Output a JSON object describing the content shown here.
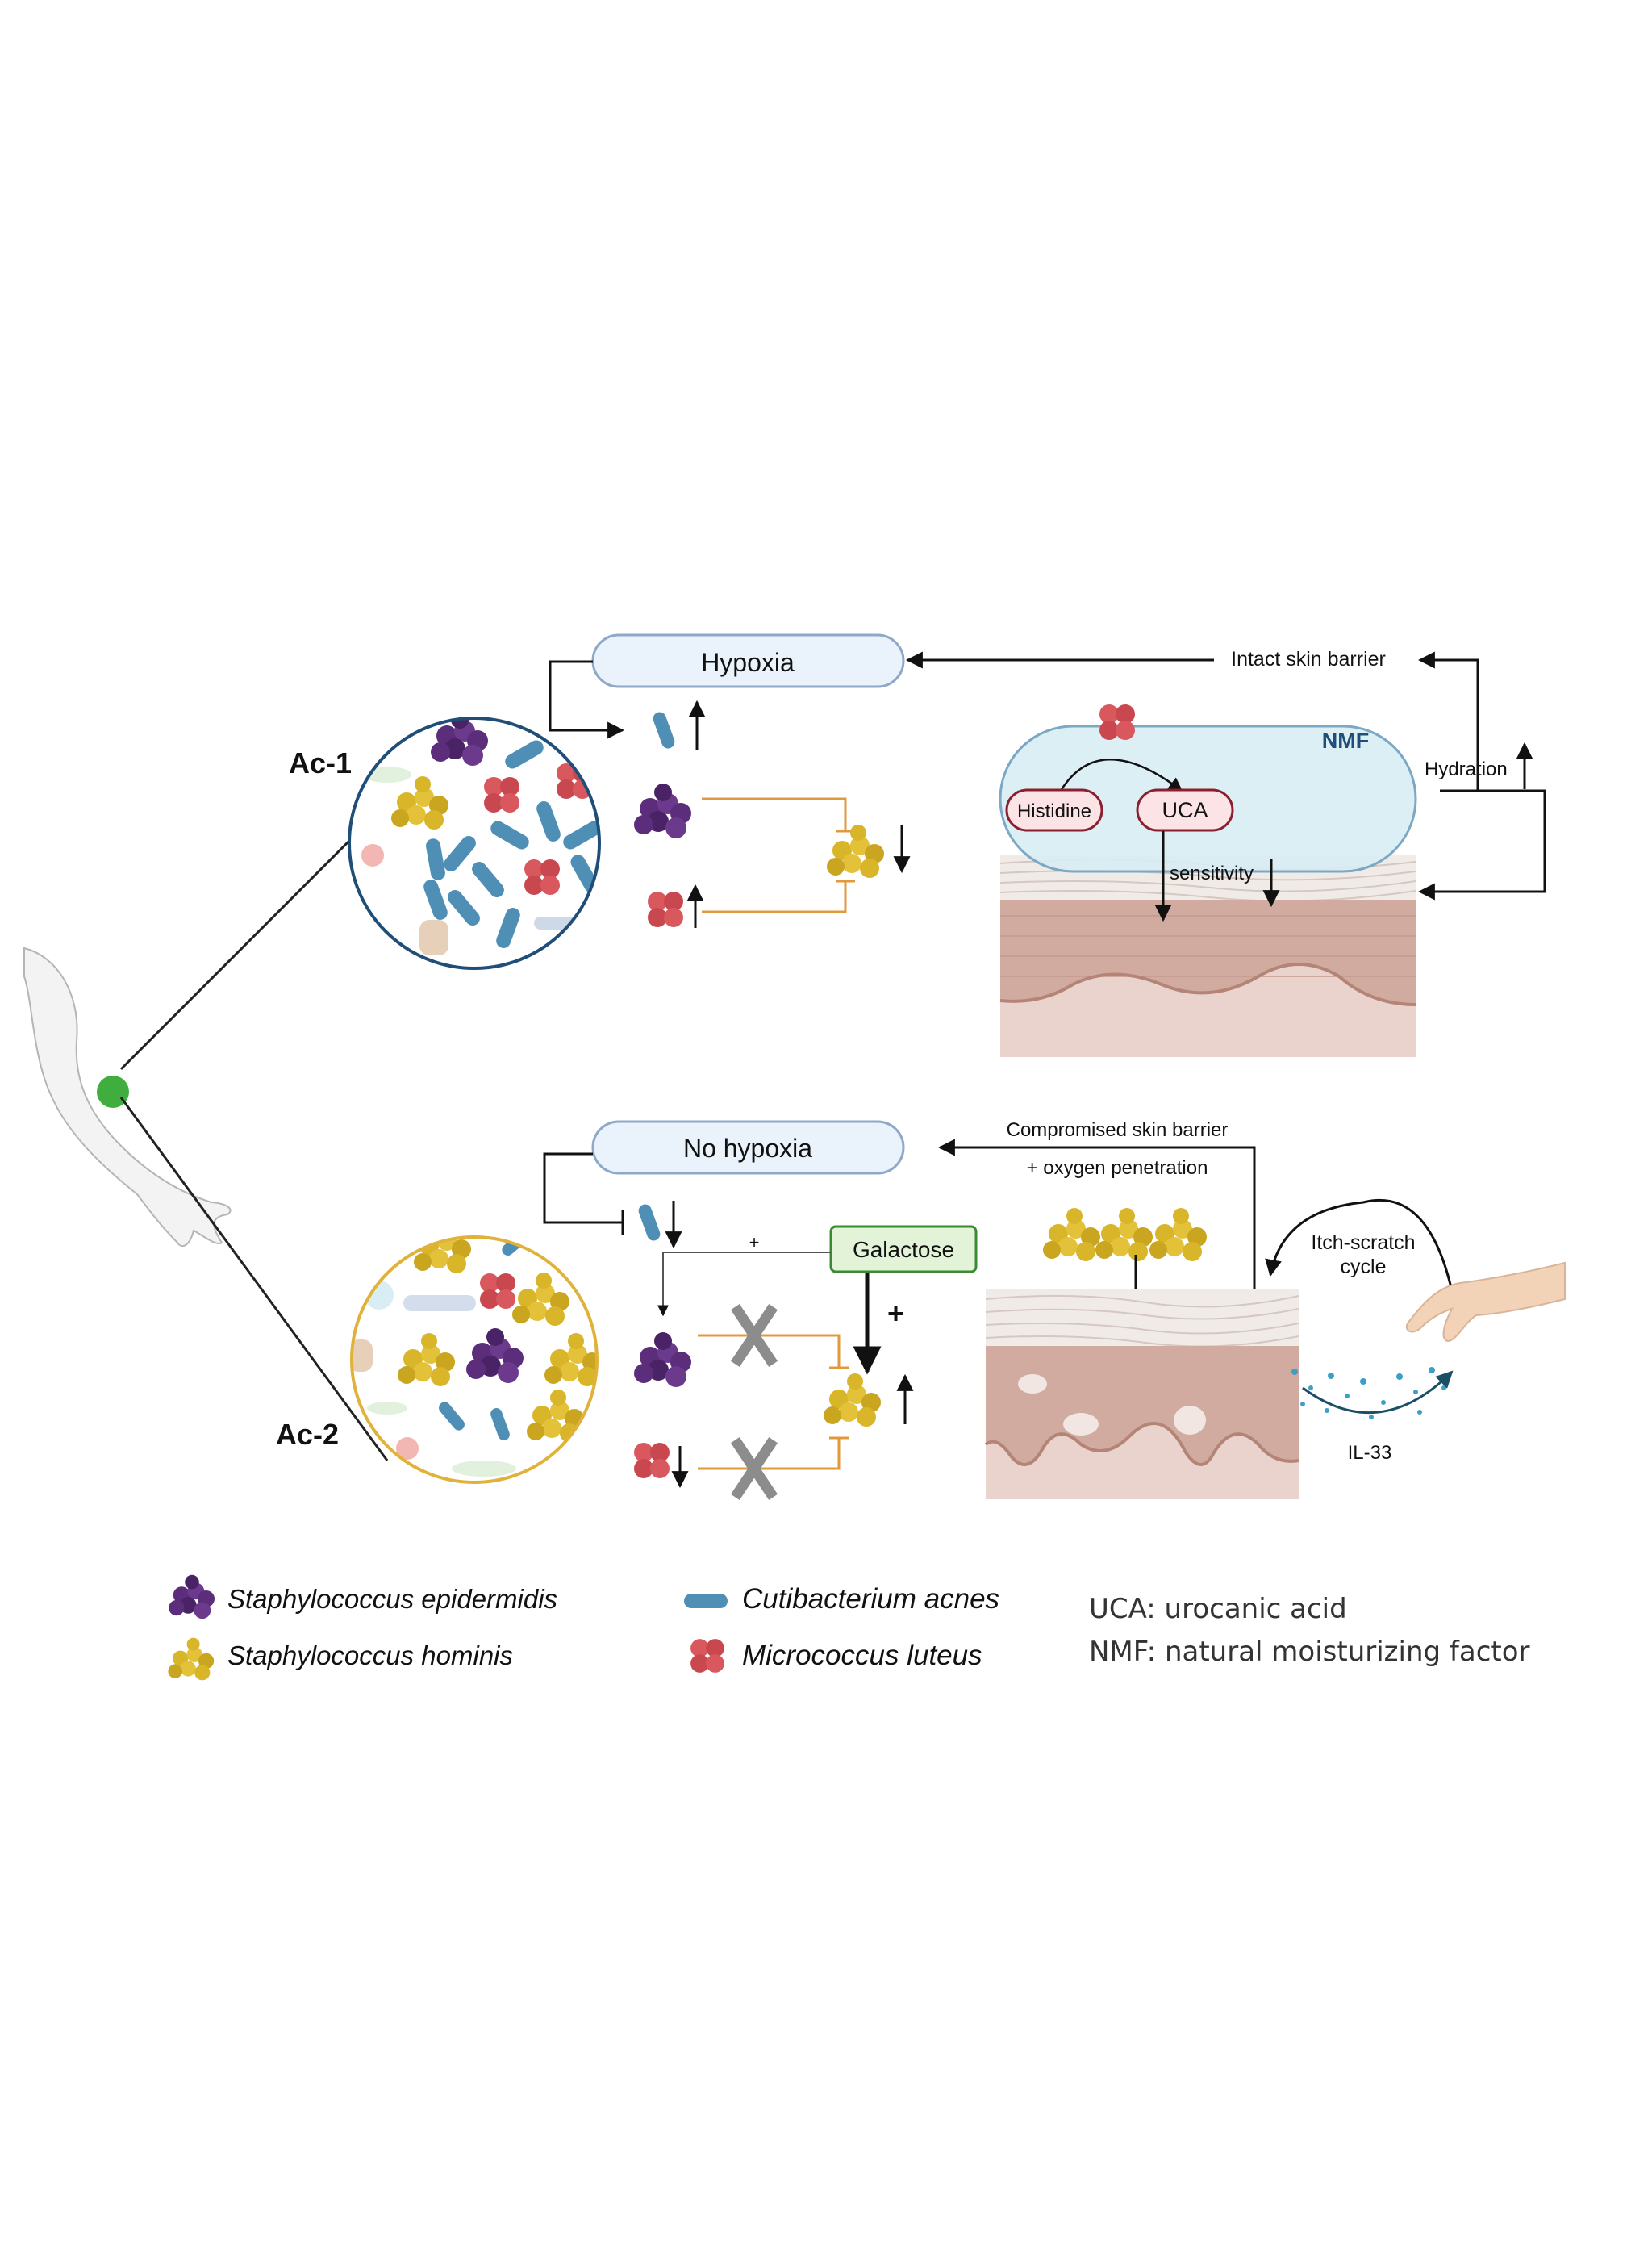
{
  "panels": {
    "ac1": {
      "label": "Ac-1",
      "state_box": "Hypoxia",
      "barrier_text": "Intact skin barrier",
      "nmf_label": "NMF",
      "histidine_label": "Histidine",
      "uca_label": "UCA",
      "hydration_label": "Hydration",
      "sensitivity_label": "sensitivity"
    },
    "ac2": {
      "label": "Ac-2",
      "state_box": "No hypoxia",
      "barrier_text": "Compromised skin barrier",
      "oxygen_text": "+ oxygen penetration",
      "galactose_label": "Galactose",
      "plus_small": "+",
      "plus_bold": "+",
      "itch_line1": "Itch-scratch",
      "itch_line2": "cycle",
      "il33_label": "IL-33"
    }
  },
  "legend": {
    "s_epidermidis": "Staphylococcus epidermidis",
    "s_hominis": "Staphylococcus hominis",
    "c_acnes": "Cutibacterium acnes",
    "m_luteus": "Micrococcus luteus",
    "uca_def": "UCA: urocanic acid",
    "nmf_def": "NMF: natural moisturizing factor"
  },
  "colors": {
    "s_epidermidis": "#5b2d7a",
    "s_hominis": "#d9b52a",
    "c_acnes": "#4f8fb5",
    "m_luteus": "#d9585e",
    "arm_marker": "#3fae3f",
    "inhibition_line": "#e09a3c",
    "ac1_circle": "#1f4e79",
    "ac2_circle": "#e0b23a",
    "state_box_fill": "#eaf2fb",
    "state_box_stroke": "#8fa8c8",
    "galactose_fill": "#e3f3d8",
    "galactose_stroke": "#3a8a32",
    "nmf_fill": "#d8edf4",
    "nmf_text": "#1f4e79",
    "skin": "#dcbcb1",
    "il33": "#3aa0c8"
  },
  "icons": [
    "s-epidermidis-icon",
    "s-hominis-icon",
    "c-acnes-icon",
    "m-luteus-icon",
    "cross-icon",
    "hand-icon",
    "arm-icon"
  ]
}
